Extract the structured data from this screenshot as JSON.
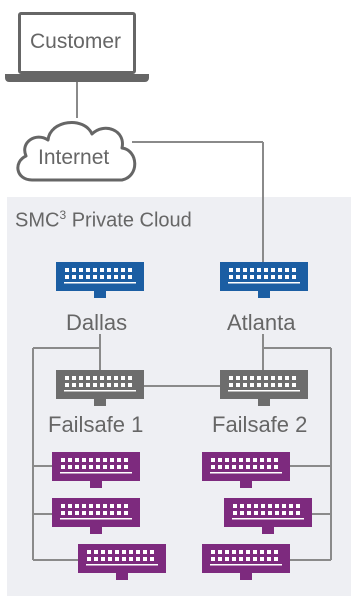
{
  "customer_label": "Customer",
  "internet_label": "Internet",
  "private_cloud_label_prefix": "SMC",
  "private_cloud_label_superscript": "3",
  "private_cloud_label_suffix": " Private Cloud",
  "nodes": {
    "dallas": "Dallas",
    "atlanta": "Atlanta",
    "failsafe_1": "Failsafe 1",
    "failsafe_2": "Failsafe 2"
  },
  "colors": {
    "primary_datacenter": "#1b5ea3",
    "failsafe_datacenter": "#6d6d6d",
    "client_datacenter": "#7d2a7e",
    "line": "#8a8a8a",
    "text": "#666666",
    "private_cloud_bg": "#eeeff3"
  },
  "icons": {
    "customer": "laptop-icon",
    "internet": "cloud-icon",
    "datacenter": "building-icon"
  }
}
